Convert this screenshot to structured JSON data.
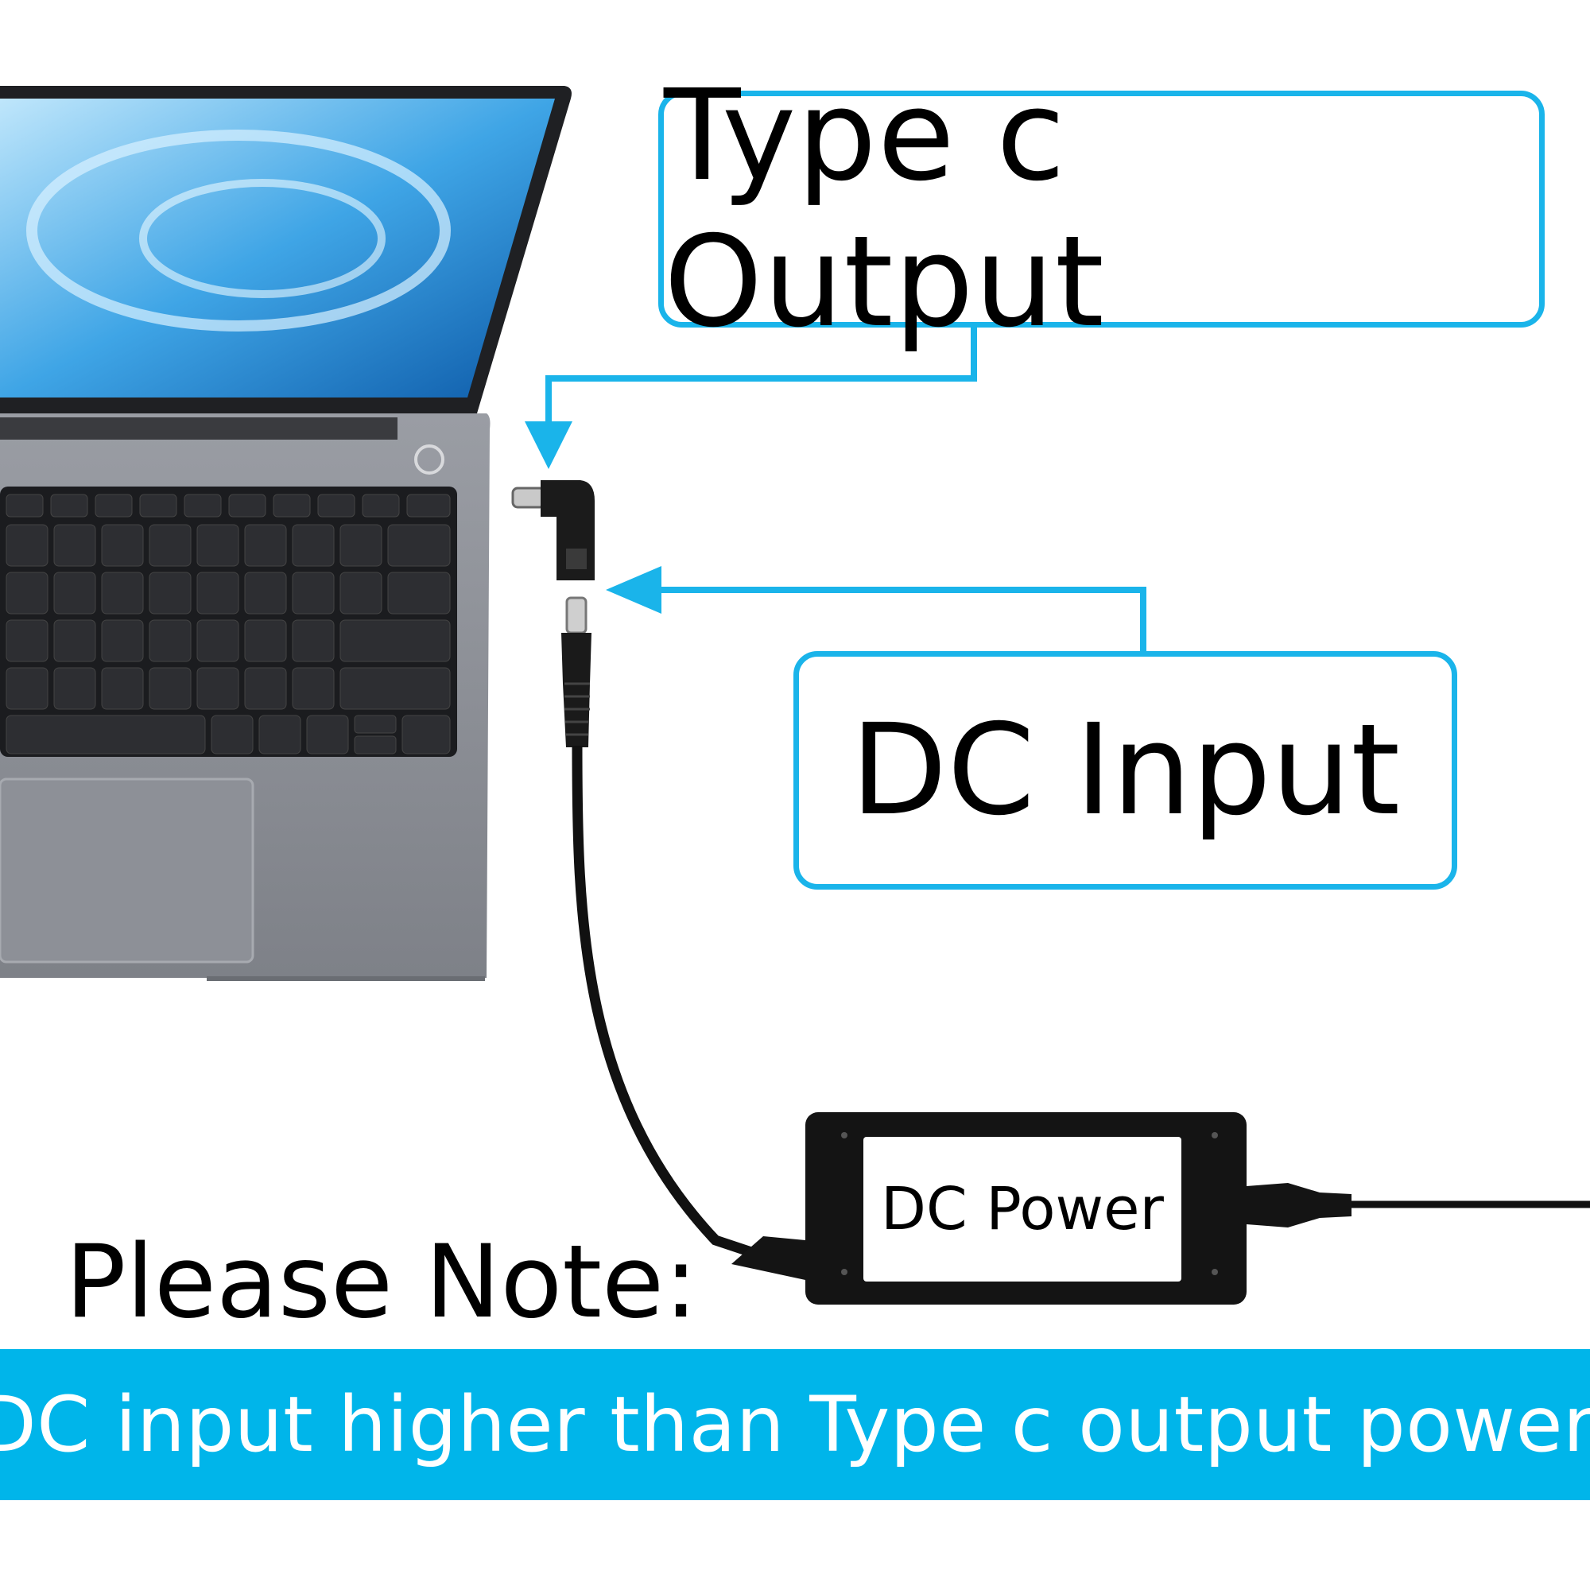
{
  "callouts": {
    "type_c_output": "Type c Output",
    "dc_input": "DC Input"
  },
  "power_brick": {
    "label": "DC Power"
  },
  "note": {
    "title": "Please Note:",
    "text": "DC input higher than Type c output power."
  },
  "colors": {
    "accent": "#00b5ea",
    "callout_border": "#1ab4ea",
    "laptop_body": "#8a8d94",
    "keyboard": "#1b1c1f"
  },
  "icons": [
    "laptop-illustration",
    "type-c-adapter-icon",
    "dc-plug-icon",
    "power-brick-icon"
  ]
}
